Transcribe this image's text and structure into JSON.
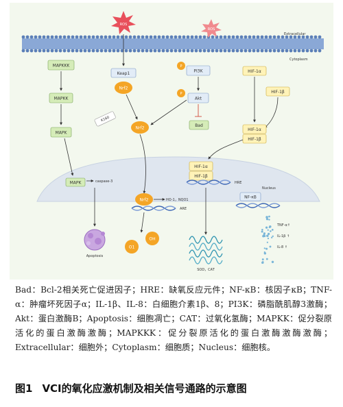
{
  "diagram": {
    "signals": [
      "ROS",
      "ROS"
    ],
    "regions": {
      "extracellular": "Extracellular",
      "cytoplasm": "Cytoplasm",
      "nucleus": "Nucleus"
    },
    "nodes": {
      "mapkkk": "MAPKKK",
      "mapkk": "MAPKK",
      "mapk": "MAPK",
      "mapk_nuc": "MAPK",
      "caspase": "caspase-3",
      "keap1": "Keap1",
      "nrf2_a": "Nrf2",
      "nrf2_b": "Nrf2",
      "nrf2_c": "Nrf2",
      "k160": "K160",
      "pi3k": "PI3K",
      "akt": "Akt",
      "bad": "Bad",
      "p1": "P",
      "p2": "P",
      "hif1a_a": "HIF-1α",
      "hif1b_a": "HIF-1β",
      "hif1a_b": "HIF-1α",
      "hif1b_b": "HIF-1β",
      "hif1a_c": "HIF-1α",
      "hif1b_c": "HIF-1β",
      "nfkb": "NF-κB",
      "ho1": "HO-1，NQO1",
      "are": "ARE",
      "hre": "HRE",
      "apoptosis": "Apoptosis",
      "sod_cat": "SOD，CAT",
      "o1": "O1",
      "oh": "OH",
      "tnf": "TNF-α↑",
      "il1b": "IL-1β ↑",
      "il8": "IL-8 ↑"
    }
  },
  "legend": [
    "Bad：Bcl-2相关死亡促进因子；",
    "HRE：缺氧反应元件；",
    "NF-κB：核因子κB；",
    "TNF-α：肿瘤坏死因子α；",
    "IL-1β、IL-8：白细胞介素1β、8；",
    "PI3K：磷脂酰肌醇3激酶；",
    "Akt：蛋白激酶B；",
    "Apoptosis：细胞凋亡；",
    "CAT：过氧化氢酶；",
    "MAPKK：促分裂原活化的蛋白激酶激酶；",
    "MAPKKK：促分裂原活化的蛋白激酶激酶激酶；",
    "Extracellular：细胞外；",
    "Cytoplasm：细胞质；",
    "Nucleus：细胞核。"
  ],
  "caption": {
    "number": "图1",
    "title": "VCI的氧化应激机制及相关信号通路的示意图"
  },
  "colors": {
    "figure_bg": "#f3f8ee",
    "membrane": "#6b8fc4",
    "nucleus": "#dfe6ef",
    "green_box": "#d5ecb8",
    "yellow_box": "#fff3b8",
    "orange": "#f4a526",
    "burst": "#e8505b",
    "dna": "#3a64b4"
  }
}
